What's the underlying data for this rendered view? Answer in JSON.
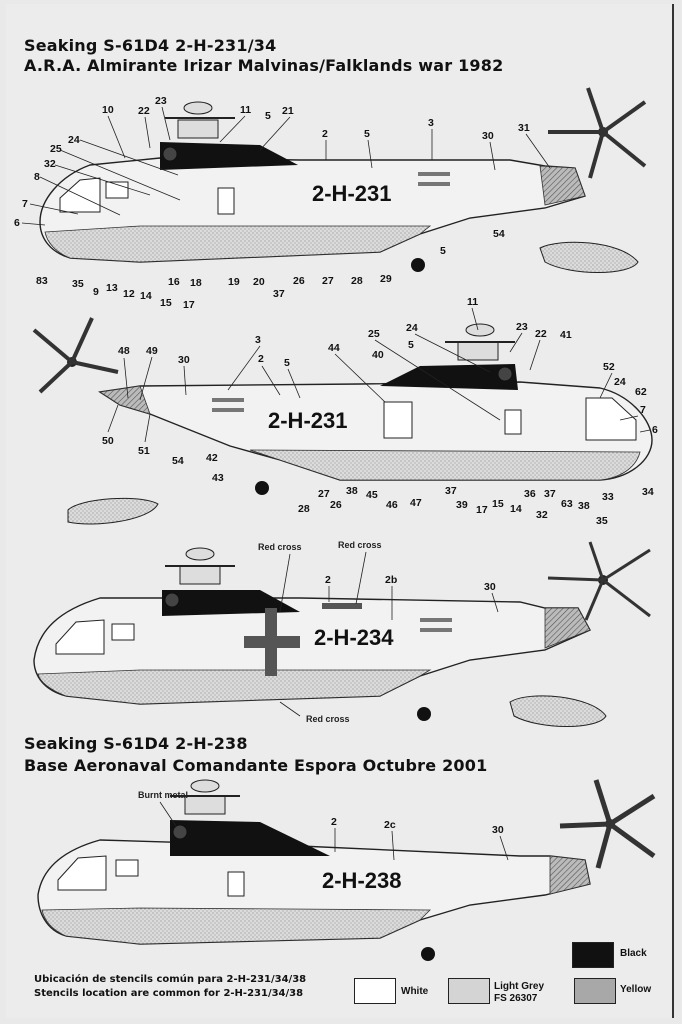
{
  "section1": {
    "title": "Seaking S-61D4 2-H-231/34",
    "subtitle": "A.R.A. Almirante Irizar Malvinas/Falklands war 1982"
  },
  "section2": {
    "title": "Seaking S-61D4 2-H-238",
    "subtitle": "Base Aeronaval Comandante Espora Octubre 2001"
  },
  "aircraft": [
    {
      "registration": "2-H-231",
      "view": "right"
    },
    {
      "registration": "2-H-231",
      "view": "left"
    },
    {
      "registration": "2-H-234",
      "view": "right"
    },
    {
      "registration": "2-H-238",
      "view": "right"
    }
  ],
  "notes": {
    "red_cross_1": "Red cross",
    "red_cross_2": "Red cross",
    "red_cross_3": "Red cross",
    "burnt_metal": "Burnt metal"
  },
  "callouts_view1": [
    "10",
    "22",
    "23",
    "11",
    "5",
    "21",
    "2",
    "5",
    "3",
    "30",
    "31",
    "24",
    "25",
    "32",
    "8",
    "7",
    "6",
    "83",
    "35",
    "9",
    "13",
    "12",
    "14",
    "15",
    "16",
    "17",
    "18",
    "19",
    "20",
    "37",
    "26",
    "27",
    "28",
    "29",
    "5",
    "54"
  ],
  "callouts_view2": [
    "11",
    "24",
    "23",
    "22",
    "41",
    "25",
    "5",
    "3",
    "44",
    "40",
    "2",
    "5",
    "30",
    "48",
    "49",
    "52",
    "24",
    "62",
    "7",
    "6",
    "34",
    "50",
    "51",
    "54",
    "42",
    "43",
    "28",
    "27",
    "26",
    "38",
    "45",
    "46",
    "47",
    "37",
    "39",
    "17",
    "15",
    "14",
    "36",
    "37",
    "32",
    "63",
    "38",
    "33",
    "35"
  ],
  "callouts_view3": [
    "2",
    "2b",
    "30"
  ],
  "callouts_view4": [
    "2",
    "2c",
    "30"
  ],
  "footnote": {
    "line1": "Ubicación de stencils común para 2-H-231/34/38",
    "line2": "Stencils location are common for 2-H-231/34/38"
  },
  "legend": {
    "black": "Black",
    "white": "White",
    "light_grey_1": "Light Grey",
    "light_grey_2": "FS 26307",
    "yellow": "Yellow"
  },
  "colors": {
    "black": "#111111",
    "white": "#ffffff",
    "light_grey": "#c8c8c8",
    "yellow": "#9a9a9a"
  }
}
